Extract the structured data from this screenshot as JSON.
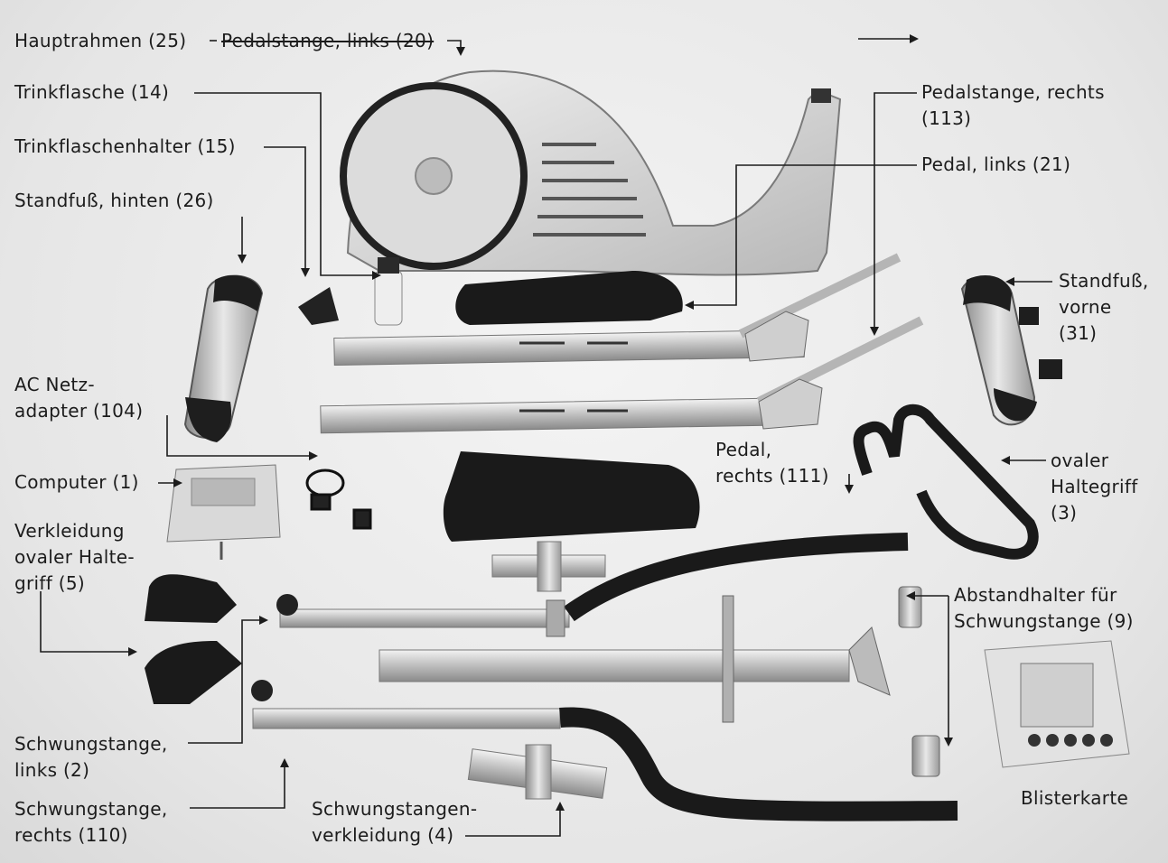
{
  "labels": {
    "hauptrahmen": "Hauptrahmen (25)",
    "pedalstange_links": "Pedalstange, links (20)",
    "trinkflasche": "Trinkflasche (14)",
    "trinkflaschenhalter": "Trinkflaschenhalter (15)",
    "standfuss_hinten": "Standfuß, hinten (26)",
    "ac_netzadapter": [
      "AC Netz-",
      "adapter (104)"
    ],
    "computer": "Computer (1)",
    "verkleidung": [
      "Verkleidung",
      "ovaler Halte-",
      "griff (5)"
    ],
    "schwungstange_links": [
      "Schwungstange,",
      "links (2)"
    ],
    "schwungstange_rechts": [
      "Schwungstange,",
      "rechts (110)"
    ],
    "schwungstangenverkleidung": [
      "Schwungstangen-",
      "verkleidung (4)"
    ],
    "pedalstange_rechts": [
      "Pedalstange, rechts",
      "(113)"
    ],
    "pedal_links": "Pedal, links (21)",
    "standfuss_vorne": [
      "Standfuß,",
      "vorne",
      "(31)"
    ],
    "pedal_rechts": [
      "Pedal,",
      "rechts (111)"
    ],
    "ovaler_haltegriff": [
      "ovaler",
      "Haltegriff",
      "(3)"
    ],
    "abstandhalter": [
      "Abstandhalter für",
      "Schwungstange (9)"
    ],
    "blisterkarte": "Blisterkarte"
  }
}
